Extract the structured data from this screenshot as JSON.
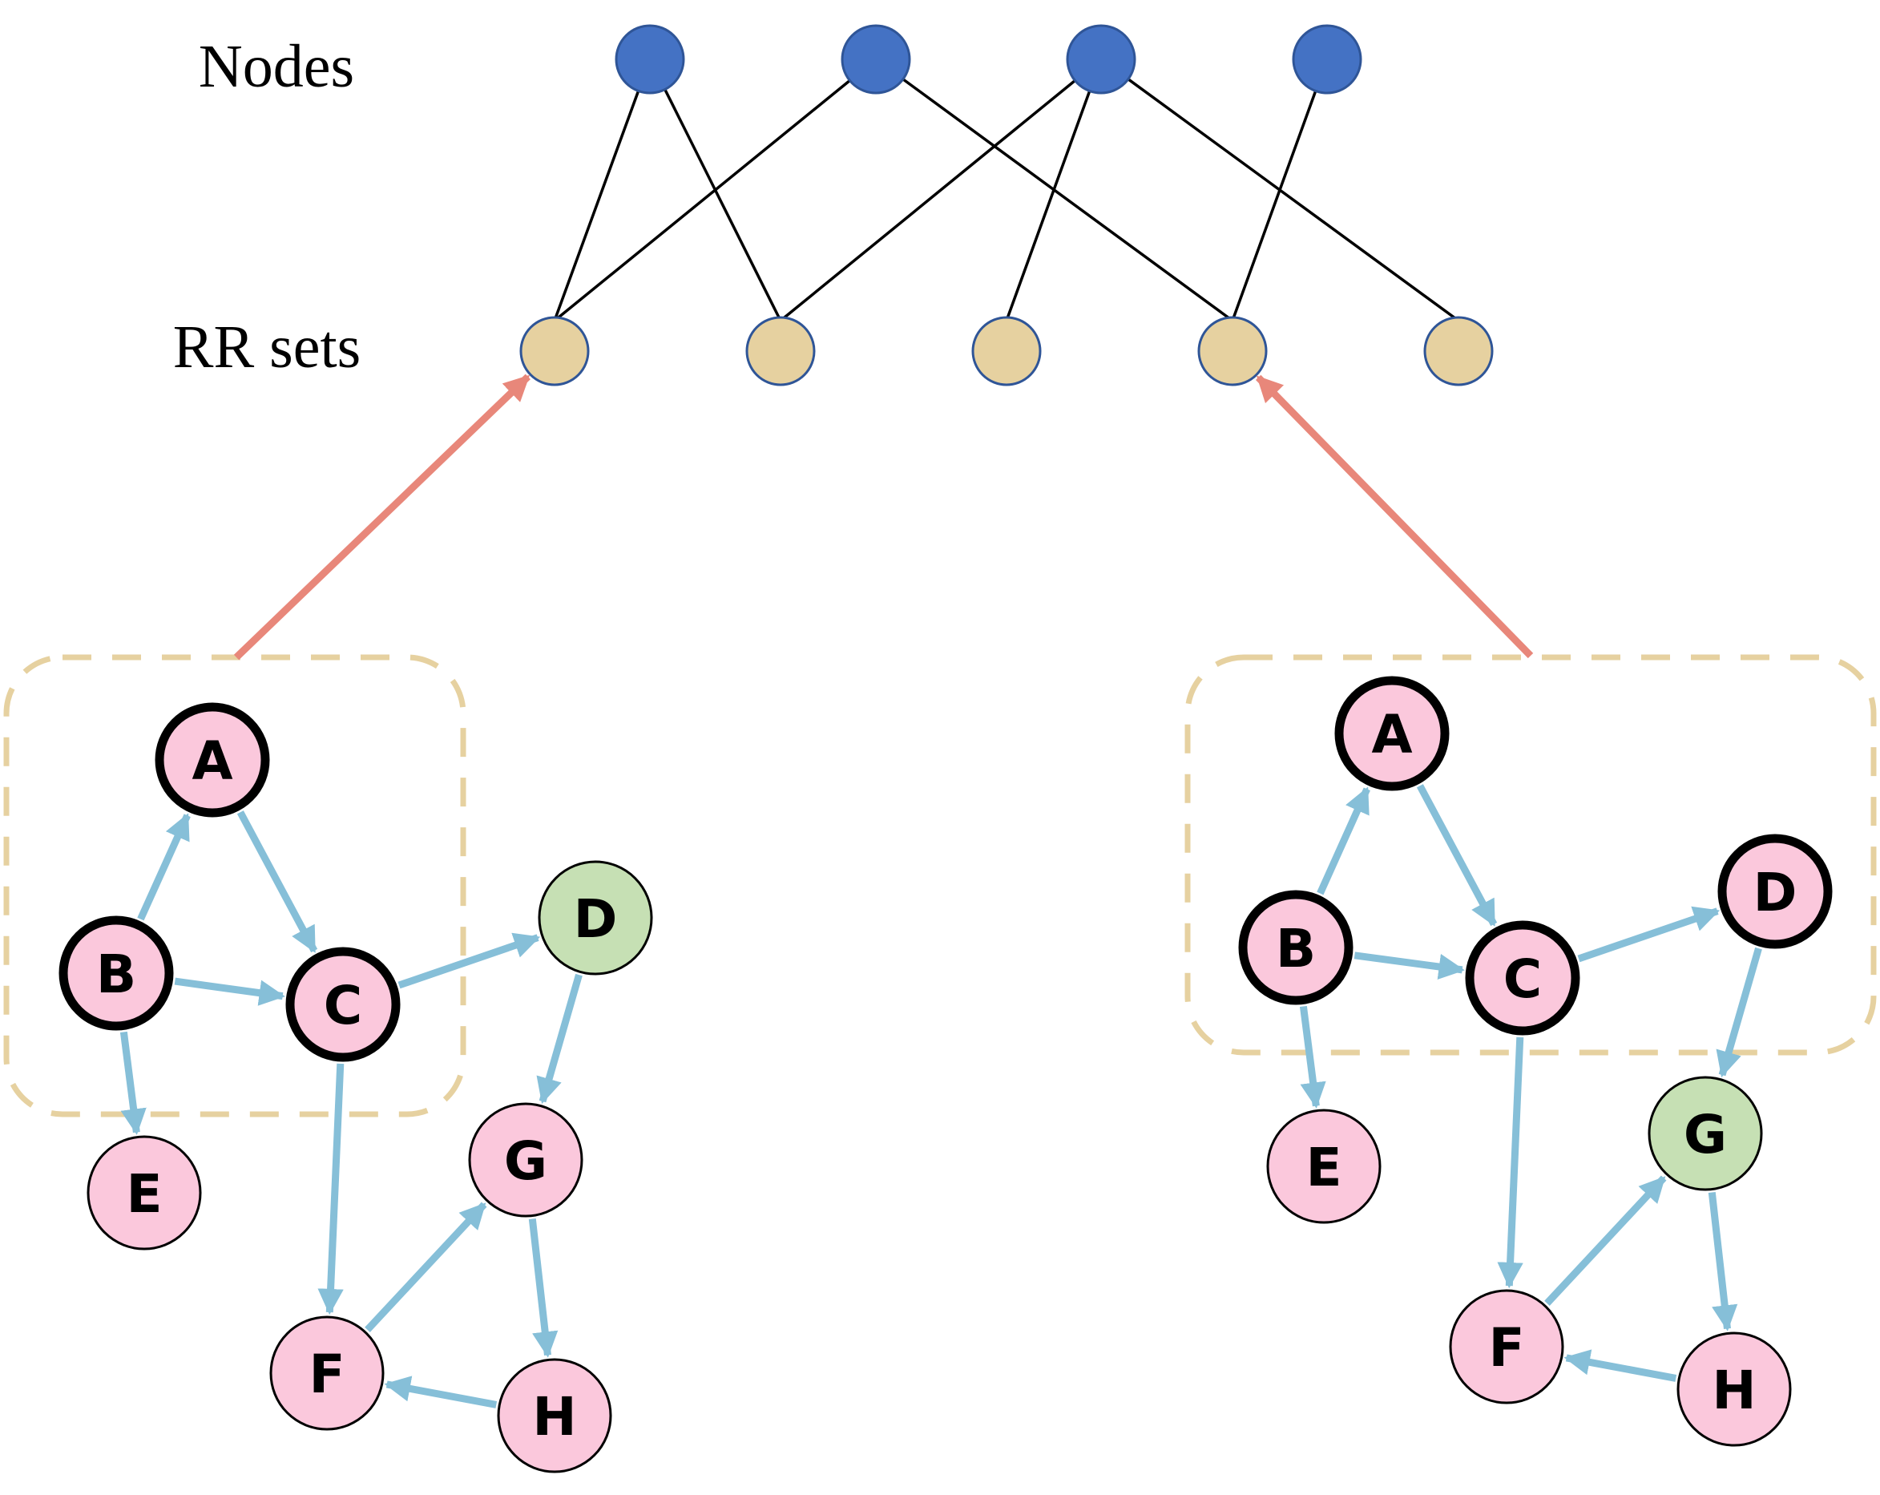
{
  "labels": {
    "nodes": "Nodes",
    "rr_sets": "RR sets"
  },
  "colors": {
    "node_fill": "#4472c4",
    "node_stroke": "#2f5597",
    "rr_fill": "#e6d1a0",
    "rr_stroke": "#2f5597",
    "bipartite_edge": "#000000",
    "red_arrow": "#e8877a",
    "blue_arrow": "#86bfd8",
    "pink_node": "#fbc8dc",
    "green_node": "#c6e0b4",
    "dashed_box": "#e6d1a0"
  },
  "bipartite": {
    "nodes": [
      "n1",
      "n2",
      "n3",
      "n4"
    ],
    "rr_sets": [
      "r1",
      "r2",
      "r3",
      "r4",
      "r5"
    ],
    "edges": [
      [
        "n1",
        "r1"
      ],
      [
        "n1",
        "r2"
      ],
      [
        "n2",
        "r1"
      ],
      [
        "n2",
        "r4"
      ],
      [
        "n3",
        "r2"
      ],
      [
        "n3",
        "r3"
      ],
      [
        "n3",
        "r5"
      ],
      [
        "n4",
        "r4"
      ]
    ]
  },
  "graphs": [
    {
      "id": "left",
      "points_to_rr": "r1",
      "nodes": [
        {
          "id": "A",
          "label": "A",
          "color": "pink",
          "in_rr": true
        },
        {
          "id": "B",
          "label": "B",
          "color": "pink",
          "in_rr": true
        },
        {
          "id": "C",
          "label": "C",
          "color": "pink",
          "in_rr": true
        },
        {
          "id": "D",
          "label": "D",
          "color": "green",
          "in_rr": false
        },
        {
          "id": "E",
          "label": "E",
          "color": "pink",
          "in_rr": false
        },
        {
          "id": "F",
          "label": "F",
          "color": "pink",
          "in_rr": false
        },
        {
          "id": "G",
          "label": "G",
          "color": "pink",
          "in_rr": false
        },
        {
          "id": "H",
          "label": "H",
          "color": "pink",
          "in_rr": false
        }
      ],
      "edges": [
        [
          "B",
          "A"
        ],
        [
          "A",
          "C"
        ],
        [
          "B",
          "C"
        ],
        [
          "C",
          "D"
        ],
        [
          "B",
          "E"
        ],
        [
          "C",
          "F"
        ],
        [
          "D",
          "G"
        ],
        [
          "F",
          "G"
        ],
        [
          "G",
          "H"
        ],
        [
          "H",
          "F"
        ]
      ]
    },
    {
      "id": "right",
      "points_to_rr": "r4",
      "nodes": [
        {
          "id": "A",
          "label": "A",
          "color": "pink",
          "in_rr": true
        },
        {
          "id": "B",
          "label": "B",
          "color": "pink",
          "in_rr": true
        },
        {
          "id": "C",
          "label": "C",
          "color": "pink",
          "in_rr": true
        },
        {
          "id": "D",
          "label": "D",
          "color": "pink",
          "in_rr": true
        },
        {
          "id": "E",
          "label": "E",
          "color": "pink",
          "in_rr": false
        },
        {
          "id": "F",
          "label": "F",
          "color": "pink",
          "in_rr": false
        },
        {
          "id": "G",
          "label": "G",
          "color": "green",
          "in_rr": false
        },
        {
          "id": "H",
          "label": "H",
          "color": "pink",
          "in_rr": false
        }
      ],
      "edges": [
        [
          "B",
          "A"
        ],
        [
          "A",
          "C"
        ],
        [
          "B",
          "C"
        ],
        [
          "C",
          "D"
        ],
        [
          "B",
          "E"
        ],
        [
          "C",
          "F"
        ],
        [
          "D",
          "G"
        ],
        [
          "F",
          "G"
        ],
        [
          "G",
          "H"
        ],
        [
          "H",
          "F"
        ]
      ]
    }
  ]
}
